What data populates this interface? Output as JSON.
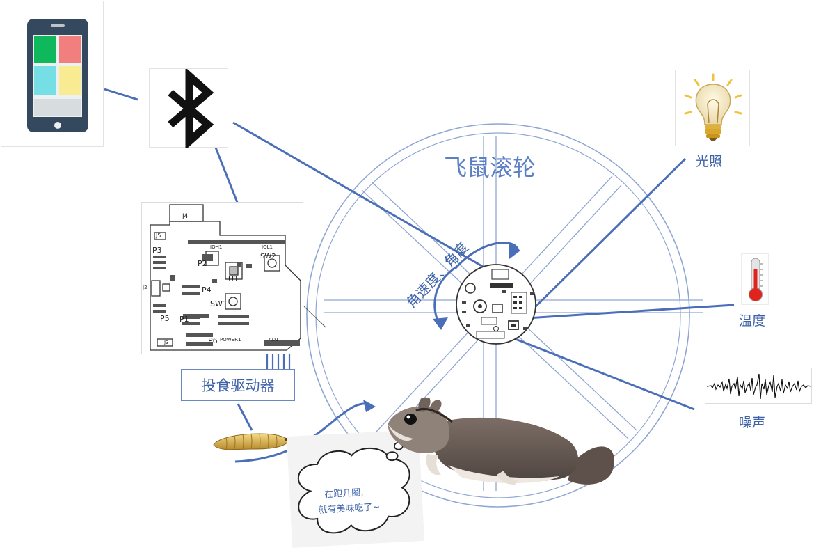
{
  "title": "飞鼠滚轮",
  "angle_label": "角速度、角度",
  "feeder_label": "投食驱动器",
  "sensors": {
    "light": "光照",
    "temperature": "温度",
    "noise": "噪声"
  },
  "speech_bubble": {
    "line1": "在跑几圈,",
    "line2": "就有美味吃了~"
  },
  "board": {
    "j4": "J4",
    "j5": "J5",
    "p3": "P3",
    "p2": "P2",
    "p4": "P4",
    "p5": "P5",
    "p1": "P1",
    "p6": "P6",
    "u1": "U1",
    "sw1": "SW1",
    "sw2": "SW2",
    "ioh1": "IOH1",
    "iol1": "IOL1",
    "power1": "POWER1",
    "ad1": "AD1",
    "j3": "J3",
    "j2": "J2"
  },
  "colors": {
    "accent": "#4a6fb8",
    "wheel": "#8fa6d2",
    "text": "#3f63a8"
  },
  "icons": [
    "smartphone-icon",
    "bluetooth-icon",
    "light-bulb-icon",
    "thermometer-icon",
    "noise-waveform-icon"
  ]
}
